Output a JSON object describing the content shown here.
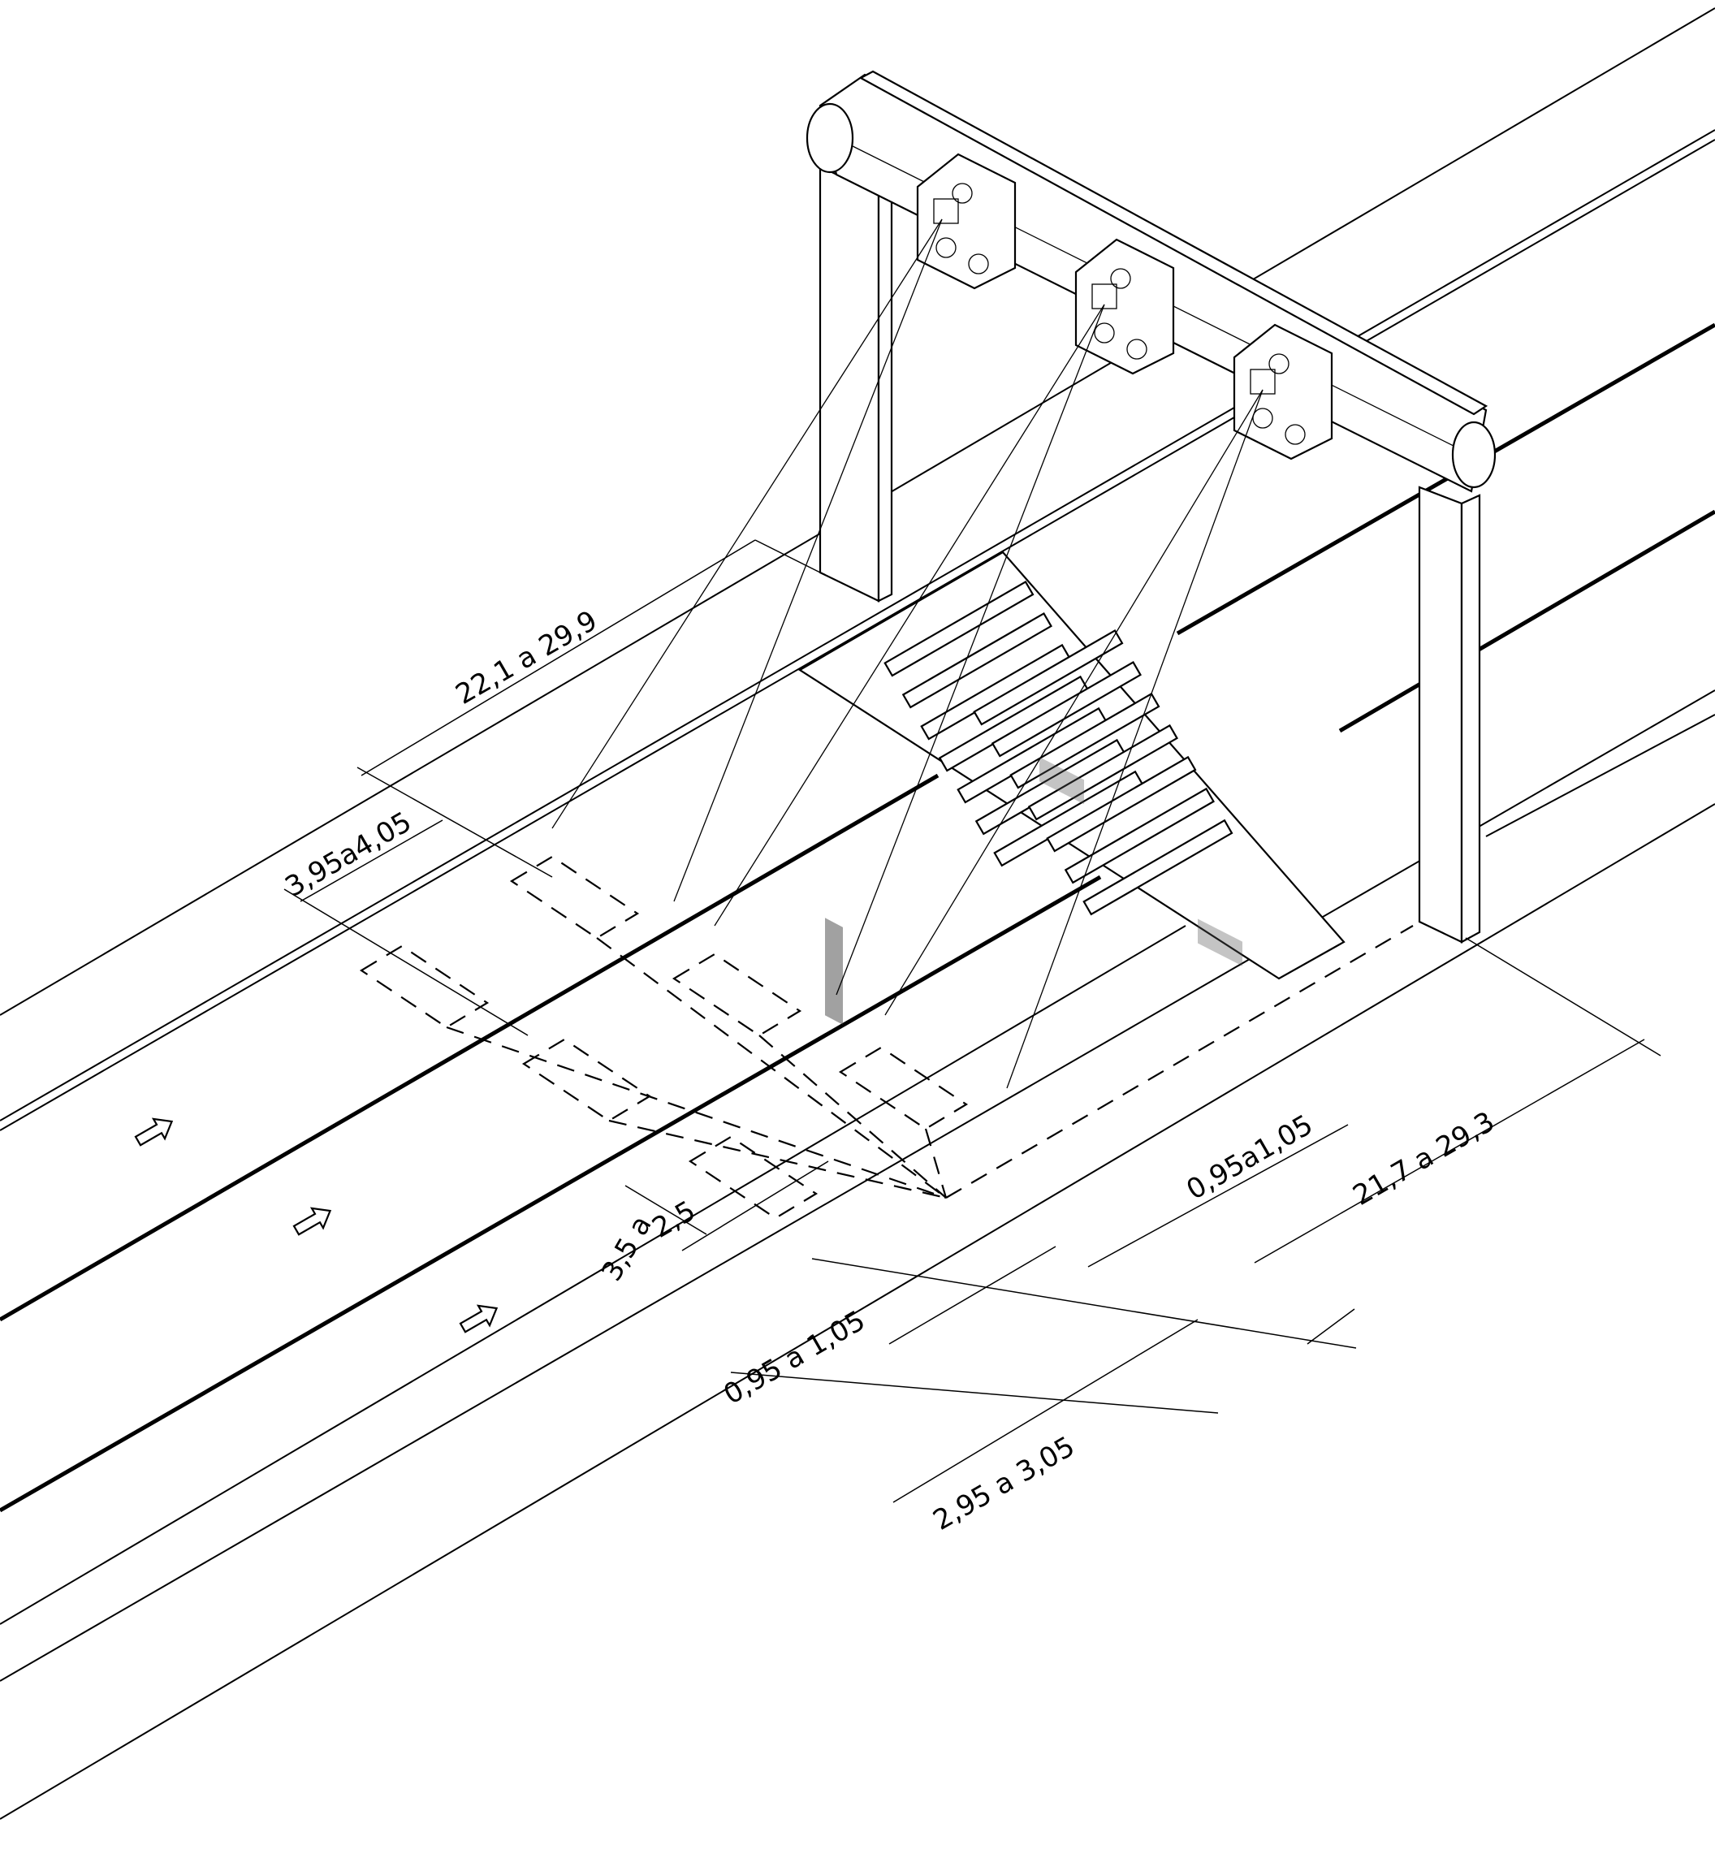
{
  "drawing": {
    "dimensions": {
      "d1": "22,1 a 29,9",
      "d2": "3,95a4,05",
      "d3": "2,5",
      "d4": "3,5 a",
      "d5": "0,95a1,05",
      "d6": "21,7 a 29,3",
      "d7": "0,95 a 1,05",
      "d8": "2,95 a 3,05"
    },
    "icons": {
      "arrow": "lane-direction-arrow-icon",
      "gantry": "toll-gantry",
      "camera": "camera-unit"
    }
  }
}
